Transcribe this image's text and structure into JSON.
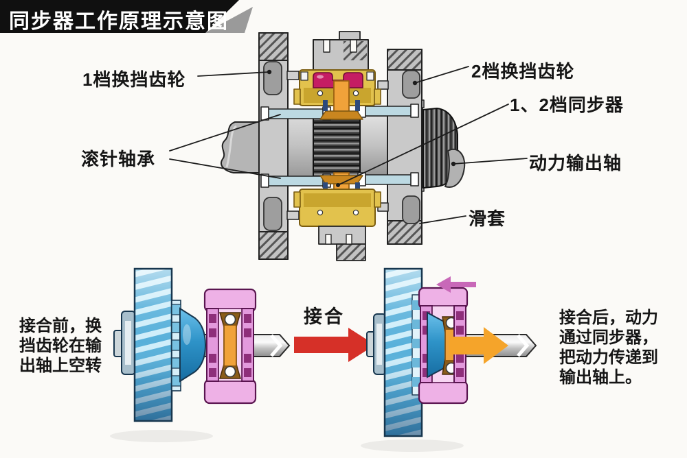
{
  "title_banner": {
    "text": "同步器工作原理示意图"
  },
  "cross_section": {
    "labels": {
      "gear1": "1档换挡齿轮",
      "gear2": "2档换挡齿轮",
      "synchronizer": "1、2档同步器",
      "needle_bearing": "滚针轴承",
      "output_shaft": "动力输出轴",
      "sliding_sleeve": "滑套"
    }
  },
  "engagement": {
    "before_lines": [
      "接合前，换",
      "挡齿轮在输",
      "出轴上空转"
    ],
    "engage_label": "接合",
    "after_lines": [
      "接合后，动力",
      "通过同步器，",
      "把动力传递到",
      "输出轴上。"
    ]
  },
  "colors": {
    "banner_bg": "#101010",
    "banner_text": "#ffffff",
    "engage_arrow_red": "#degreddy",
    "engage_arrow": "#d63028",
    "power_arrow": "#f5a42a",
    "shift_arrow": "#c868b8",
    "gear_blue": "#57b0da",
    "sleeve_pink": "#eeb1e6",
    "sync_ring_yellow": "#e2c24d",
    "blocker_ring_magenta": "#c51c63",
    "hub_orange": "#f0a23a",
    "needle_bearing_blue": "#bcd9e2"
  }
}
